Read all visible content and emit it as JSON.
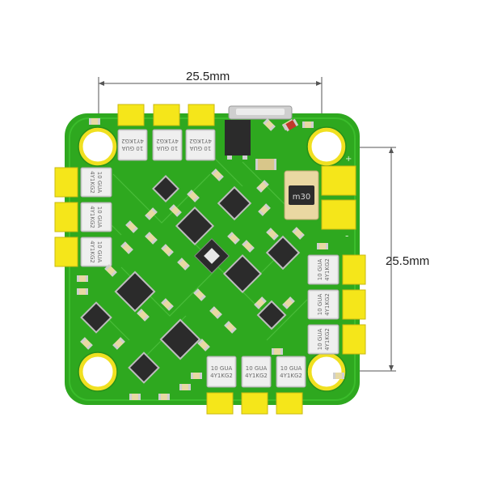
{
  "image": {
    "subject": "ESC circuit board product photo",
    "background_color": "#ffffff"
  },
  "dimensions": {
    "width_label": "25.5mm",
    "height_label": "25.5mm"
  },
  "board": {
    "pcb_color": "#2ea81f",
    "pad_color": "#f5e61a",
    "chip_color": "#2b2b2b",
    "capacitor_markings": [
      "10 GUA",
      "4Y1KG2"
    ],
    "inductor_marking": "m30",
    "plus_marking": "+",
    "minus_marking": "-"
  }
}
